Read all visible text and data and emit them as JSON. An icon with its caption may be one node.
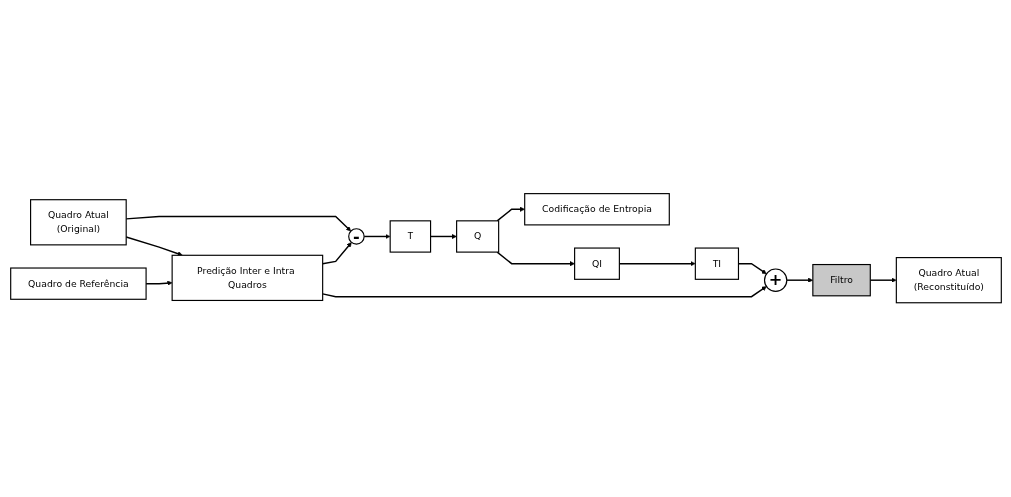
{
  "diagram": {
    "nodes": [
      {
        "text": [
          "Quadro Atual",
          "(Original)"
        ]
      },
      {
        "text": [
          "Quadro de Referência"
        ]
      },
      {
        "text": [
          "Predição Inter e Intra Quadros"
        ]
      },
      {
        "text": [
          "-"
        ]
      },
      {
        "text": [
          "T"
        ]
      },
      {
        "text": [
          "Q"
        ]
      },
      {
        "text": [
          "Codificação de Entropia"
        ]
      },
      {
        "text": [
          "Quadro Atual",
          "(Reconstituído)"
        ]
      },
      {
        "text": [
          "Filtro"
        ]
      },
      {
        "text": [
          "+"
        ]
      },
      {
        "text": [
          "TI"
        ]
      },
      {
        "text": [
          "QI"
        ]
      }
    ],
    "edges": [
      {
        "from": 0,
        "to": 3,
        "arrow": "to"
      },
      {
        "from": 0,
        "to": 2,
        "arrow": "to"
      },
      {
        "from": 1,
        "to": 2,
        "arrow": "to"
      },
      {
        "from": 2,
        "to": 3,
        "arrow": "to"
      },
      {
        "from": 2,
        "to": 9,
        "arrow": "to"
      },
      {
        "from": 3,
        "to": 4,
        "arrow": "to"
      },
      {
        "from": 4,
        "to": 5,
        "arrow": "to"
      },
      {
        "from": 5,
        "to": 6,
        "arrow": "to"
      },
      {
        "from": 5,
        "to": 11,
        "arrow": "to"
      },
      {
        "from": 11,
        "to": 10,
        "arrow": "to"
      },
      {
        "from": 10,
        "to": 9,
        "arrow": "to"
      },
      {
        "from": 9,
        "to": 8,
        "arrow": "to"
      },
      {
        "from": 8,
        "to": 7,
        "arrow": "to"
      }
    ]
  }
}
